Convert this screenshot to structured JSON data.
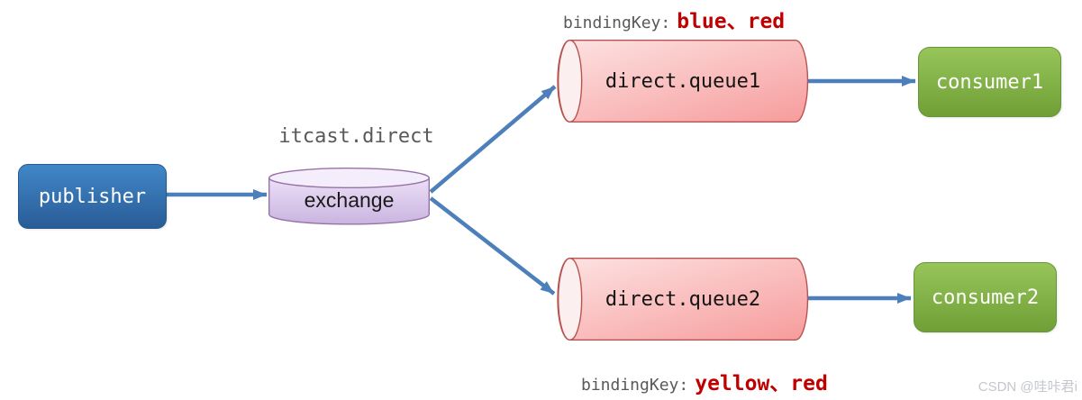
{
  "diagram": {
    "type": "rabbitmq-direct-exchange-diagram",
    "nodes": {
      "publisher": {
        "label": "publisher",
        "shape": "rounded-box",
        "color": "#2e6aa8"
      },
      "exchange": {
        "label": "exchange",
        "title": "itcast.direct",
        "shape": "cylinder-vertical",
        "color": "#e1d5e7",
        "stroke": "#9673a6"
      },
      "queue1": {
        "label": "direct.queue1",
        "shape": "cylinder-horizontal",
        "color": "#f8cecc",
        "stroke": "#b85450"
      },
      "queue2": {
        "label": "direct.queue2",
        "shape": "cylinder-horizontal",
        "color": "#f8cecc",
        "stroke": "#b85450"
      },
      "consumer1": {
        "label": "consumer1",
        "shape": "rounded-box",
        "color": "#7fae43"
      },
      "consumer2": {
        "label": "consumer2",
        "shape": "rounded-box",
        "color": "#7fae43"
      }
    },
    "edges": [
      {
        "from": "publisher",
        "to": "exchange"
      },
      {
        "from": "exchange",
        "to": "queue1"
      },
      {
        "from": "exchange",
        "to": "queue2"
      },
      {
        "from": "queue1",
        "to": "consumer1"
      },
      {
        "from": "queue2",
        "to": "consumer2"
      }
    ],
    "bindings": {
      "top": {
        "prefix": "bindingKey:",
        "keys": "blue、red"
      },
      "bottom": {
        "prefix": "bindingKey:",
        "keys": "yellow、red"
      }
    },
    "colors": {
      "arrow": "#4d7fba",
      "binding_key_text": "#595959",
      "binding_value_text": "#c00000",
      "queue_stroke": "#b85450",
      "exchange_stroke": "#9673a6"
    },
    "watermark": "CSDN @哇咔君i"
  }
}
